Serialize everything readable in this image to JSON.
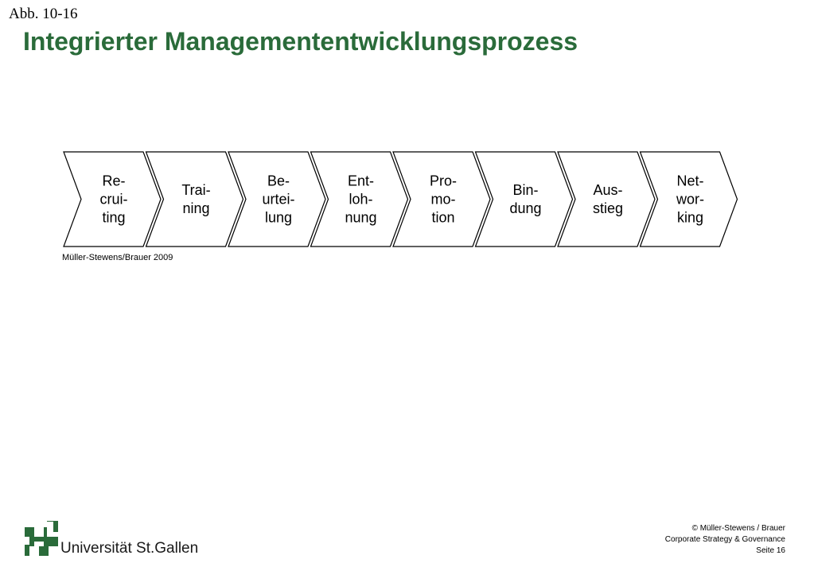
{
  "figure_label": "Abb. 10-16",
  "title": "Integrierter Managemententwicklungsprozess",
  "steps": [
    {
      "lines": [
        "Re-",
        "crui-",
        "ting"
      ]
    },
    {
      "lines": [
        "Trai-",
        "ning"
      ]
    },
    {
      "lines": [
        "Be-",
        "urtei-",
        "lung"
      ]
    },
    {
      "lines": [
        "Ent-",
        "loh-",
        "nung"
      ]
    },
    {
      "lines": [
        "Pro-",
        "mo-",
        "tion"
      ]
    },
    {
      "lines": [
        "Bin-",
        "dung"
      ]
    },
    {
      "lines": [
        "Aus-",
        "stieg"
      ]
    },
    {
      "lines": [
        "Net-",
        "wor-",
        "king"
      ]
    }
  ],
  "source": "Müller-Stewens/Brauer 2009",
  "logo": {
    "text": "Universität St.Gallen",
    "color": "#2a6b3a"
  },
  "footer": {
    "copyright": "© Müller-Stewens / Brauer",
    "course": "Corporate Strategy & Governance",
    "page": "Seite 16"
  },
  "colors": {
    "title": "#2a6b3a"
  }
}
